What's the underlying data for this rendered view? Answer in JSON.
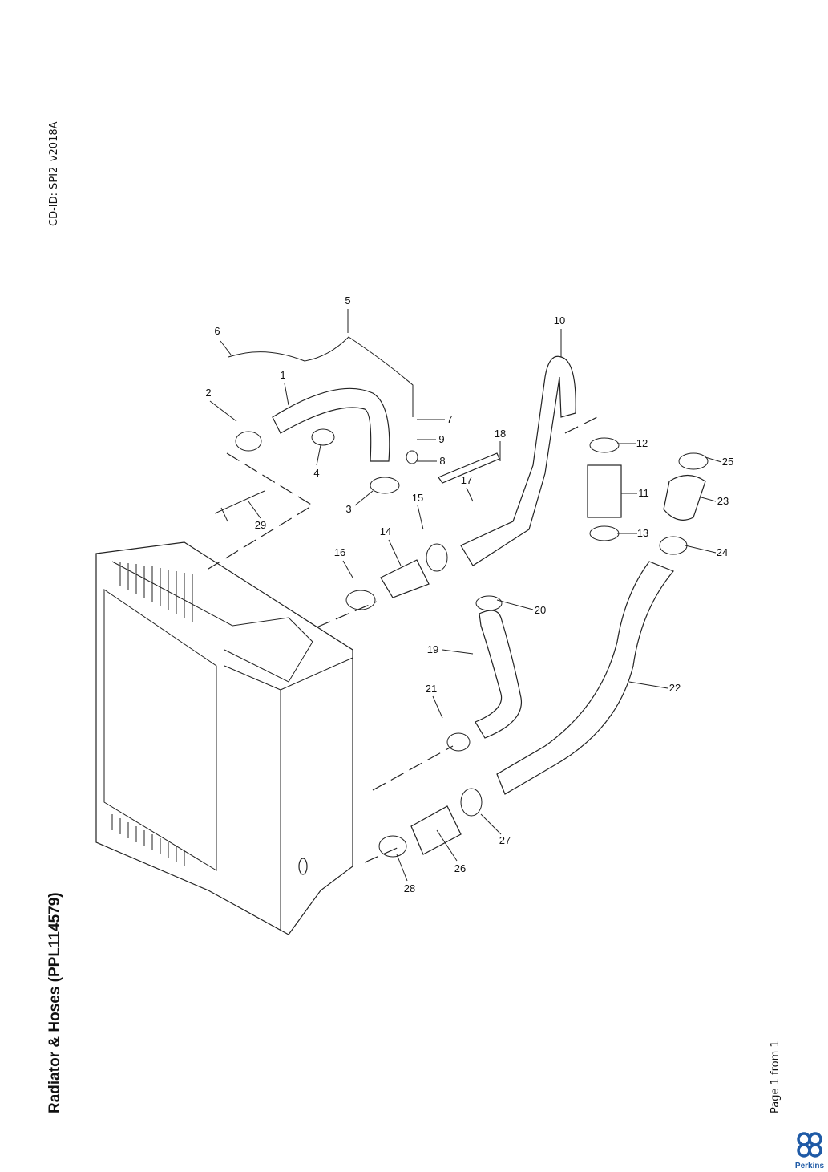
{
  "document": {
    "cd_id": "CD-ID: SPI2_v2018A",
    "title": "Radiator & Hoses (PPL114579)",
    "page": "Page 1 from 1",
    "brand": "Perkins",
    "brand_color": "#1f5aa6"
  },
  "callouts": [
    "1",
    "2",
    "3",
    "4",
    "5",
    "6",
    "7",
    "8",
    "9",
    "10",
    "11",
    "12",
    "13",
    "14",
    "15",
    "16",
    "17",
    "18",
    "19",
    "20",
    "21",
    "22",
    "23",
    "24",
    "25",
    "26",
    "27",
    "28",
    "29"
  ]
}
